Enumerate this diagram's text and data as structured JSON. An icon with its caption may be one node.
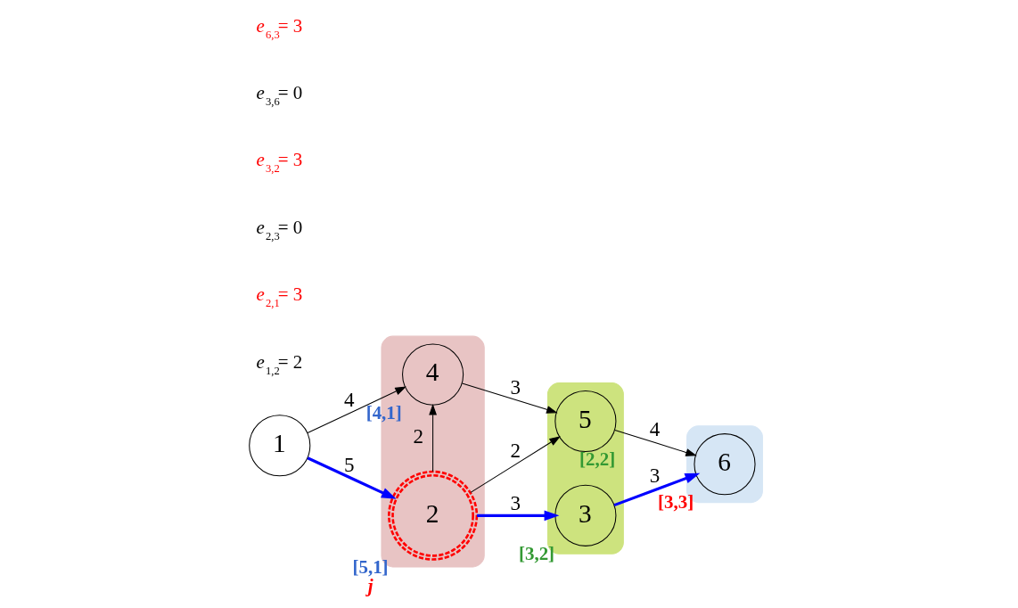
{
  "diagram": {
    "nodes": [
      {
        "text": [
          "1"
        ]
      },
      {
        "text": [],
        "shape": "ellipse"
      },
      {
        "text": [
          "4"
        ],
        "in": 1,
        "beside": [
          "[4,1]"
        ]
      },
      {
        "text": [
          "2"
        ],
        "in": 1,
        "beside": [
          "[5,1]",
          "*j*"
        ]
      },
      {
        "text": [],
        "shape": "ellipse"
      },
      {
        "text": [
          "5"
        ],
        "in": 4,
        "beside": [
          "[2,2]"
        ]
      },
      {
        "text": [
          "3"
        ],
        "in": 4,
        "beside": [
          "[3,2]"
        ]
      },
      {
        "text": [],
        "shape": "ellipse"
      },
      {
        "text": [
          "6"
        ],
        "in": 7,
        "beside": [
          "[3,3]"
        ]
      }
    ],
    "edges": [
      {
        "from": 0,
        "to": 2,
        "arrow": "to",
        "label": "4"
      },
      {
        "from": 0,
        "to": 3,
        "arrow": "to",
        "label": "5",
        "style": "thick",
        "color": "#0000ff"
      },
      {
        "from": 3,
        "to": 2,
        "arrow": "to",
        "label": "2"
      },
      {
        "from": 2,
        "to": 5,
        "arrow": "to",
        "label": "3"
      },
      {
        "from": 3,
        "to": 5,
        "arrow": "to",
        "label": "2"
      },
      {
        "from": 3,
        "to": 6,
        "arrow": "to",
        "label": "3",
        "style": "thick",
        "color": "#0000ff"
      },
      {
        "from": 5,
        "to": 8,
        "arrow": "to",
        "label": "4"
      },
      {
        "from": 6,
        "to": 8,
        "arrow": "to",
        "label": "3",
        "style": "thick",
        "color": "#0000ff"
      }
    ],
    "labels": [
      "*e*$_{1,2}$= 2",
      "*e*$_{2,1}$= 3",
      "*e*$_{2,3}$= 0",
      "*e*$_{3,2}$= 3",
      "*e*$_{3,6}$= 0",
      "*e*$_{6,3}$= 3"
    ]
  }
}
